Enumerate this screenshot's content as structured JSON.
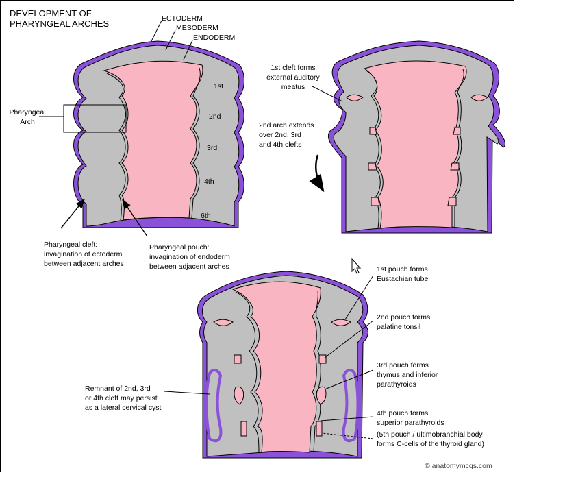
{
  "title": "DEVELOPMENT OF\nPHARYNGEAL ARCHES",
  "layers": {
    "ectoderm": "ECTODERM",
    "mesoderm": "MESODERM",
    "endoderm": "ENDODERM"
  },
  "arch_numbers": [
    "1st",
    "2nd",
    "3rd",
    "4th",
    "6th"
  ],
  "pharyngeal_arch_label": "Pharyngeal\nArch",
  "cleft_label": "Pharyngeal cleft:\ninvagination of ectoderm\nbetween adjacent arches",
  "pouch_label": "Pharyngeal pouch:\ninvagination of endoderm\nbetween adjacent arches",
  "first_cleft_label": "1st cleft forms\nexternal auditory\nmeatus",
  "second_arch_label": "2nd arch extends\nover 2nd, 3rd\nand 4th clefts",
  "pouch_fates": {
    "first": "1st pouch forms\nEustachian tube",
    "second": "2nd pouch forms\npalatine tonsil",
    "third": "3rd pouch forms\nthymus and inferior\nparathyroids",
    "fourth": "4th pouch forms\nsuperior parathyroids",
    "fifth": "(5th pouch / ultimobranchial body\nforms C-cells of the thyroid gland)"
  },
  "remnant_label": "Remnant of 2nd, 3rd\nor 4th cleft may persist\nas a lateral cervical cyst",
  "credit": "© anatomymcqs.com",
  "colors": {
    "ectoderm": "#8a52d8",
    "mesoderm": "#c0c0c0",
    "endoderm": "#f2a6b6",
    "pharynx": "#f9b5c2",
    "outline": "#000000"
  }
}
